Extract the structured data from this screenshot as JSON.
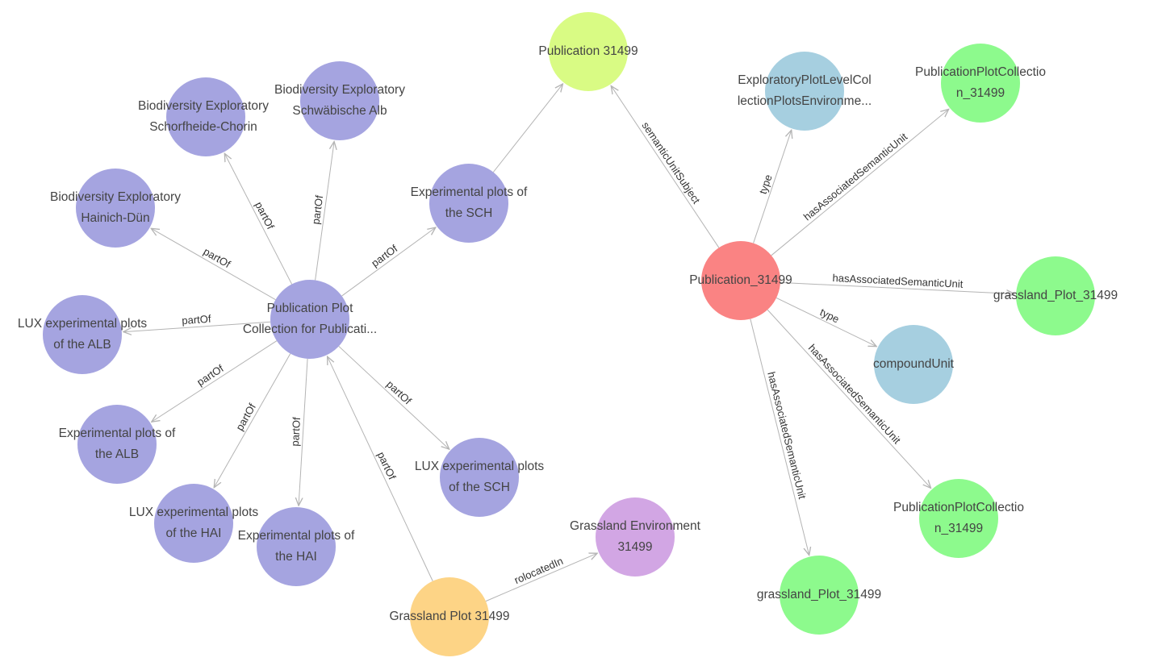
{
  "colors": {
    "purple": "#a5a4e0",
    "lime": "#d9fb84",
    "blue": "#a6cfe0",
    "green": "#8dfa8d",
    "red": "#fa8383",
    "orange": "#fdd486",
    "lilac": "#d2a6e4",
    "edge": "#b4b4b4",
    "text": "#444444"
  },
  "nodes": [
    {
      "id": "ppc",
      "lines": [
        "Publication Plot",
        "Collection for Publicati..."
      ],
      "color": "purple"
    },
    {
      "id": "bio_sch",
      "lines": [
        "Biodiversity Exploratory",
        "Schorfheide-Chorin"
      ],
      "color": "purple"
    },
    {
      "id": "bio_alb",
      "lines": [
        "Biodiversity Exploratory",
        "Schwäbische Alb"
      ],
      "color": "purple"
    },
    {
      "id": "bio_hai",
      "lines": [
        "Biodiversity Exploratory",
        "Hainich-Dün"
      ],
      "color": "purple"
    },
    {
      "id": "exp_sch",
      "lines": [
        "Experimental plots of",
        "the SCH"
      ],
      "color": "purple"
    },
    {
      "id": "lux_alb",
      "lines": [
        "LUX experimental plots",
        "of the ALB"
      ],
      "color": "purple"
    },
    {
      "id": "exp_alb",
      "lines": [
        "Experimental plots of",
        "the ALB"
      ],
      "color": "purple"
    },
    {
      "id": "lux_hai",
      "lines": [
        "LUX experimental plots",
        "of the HAI"
      ],
      "color": "purple"
    },
    {
      "id": "exp_hai",
      "lines": [
        "Experimental plots of",
        "the HAI"
      ],
      "color": "purple"
    },
    {
      "id": "lux_sch",
      "lines": [
        "LUX experimental plots",
        "of the SCH"
      ],
      "color": "purple"
    },
    {
      "id": "pub_top",
      "lines": [
        "Publication 31499"
      ],
      "color": "lime"
    },
    {
      "id": "pub_main",
      "lines": [
        "Publication_31499"
      ],
      "color": "red"
    },
    {
      "id": "explevel",
      "lines": [
        "ExploratoryPlotLevelCol",
        "lectionPlotsEnvironme..."
      ],
      "color": "blue"
    },
    {
      "id": "compound",
      "lines": [
        "compoundUnit"
      ],
      "color": "blue"
    },
    {
      "id": "ppc_top",
      "lines": [
        "PublicationPlotCollectio",
        "n_31499"
      ],
      "color": "green"
    },
    {
      "id": "ppc_bot",
      "lines": [
        "PublicationPlotCollectio",
        "n_31499"
      ],
      "color": "green"
    },
    {
      "id": "gp_right",
      "lines": [
        "grassland_Plot_31499"
      ],
      "color": "green"
    },
    {
      "id": "gp_bot",
      "lines": [
        "grassland_Plot_31499"
      ],
      "color": "green"
    },
    {
      "id": "gplot",
      "lines": [
        "Grassland Plot 31499"
      ],
      "color": "orange"
    },
    {
      "id": "genv",
      "lines": [
        "Grassland Environment",
        "31499"
      ],
      "color": "lilac"
    }
  ],
  "edges": [
    {
      "from": "ppc",
      "to": "bio_sch",
      "label": "partOf"
    },
    {
      "from": "ppc",
      "to": "bio_alb",
      "label": "partOf"
    },
    {
      "from": "ppc",
      "to": "bio_hai",
      "label": "partOf"
    },
    {
      "from": "ppc",
      "to": "exp_sch",
      "label": "partOf"
    },
    {
      "from": "ppc",
      "to": "lux_alb",
      "label": "partOf"
    },
    {
      "from": "ppc",
      "to": "exp_alb",
      "label": "partOf"
    },
    {
      "from": "ppc",
      "to": "lux_hai",
      "label": "partOf"
    },
    {
      "from": "ppc",
      "to": "exp_hai",
      "label": "partOf"
    },
    {
      "from": "ppc",
      "to": "lux_sch",
      "label": "partOf"
    },
    {
      "from": "gplot",
      "to": "ppc",
      "label": "partOf"
    },
    {
      "from": "exp_sch",
      "to": "pub_top",
      "label": ""
    },
    {
      "from": "gplot",
      "to": "genv",
      "label": "rolocatedIn"
    },
    {
      "from": "pub_main",
      "to": "pub_top",
      "label": "semanticUnitSubject"
    },
    {
      "from": "pub_main",
      "to": "explevel",
      "label": "type"
    },
    {
      "from": "pub_main",
      "to": "ppc_top",
      "label": "hasAssociatedSemanticUnit"
    },
    {
      "from": "pub_main",
      "to": "gp_right",
      "label": "hasAssociatedSemanticUnit"
    },
    {
      "from": "pub_main",
      "to": "compound",
      "label": "type"
    },
    {
      "from": "pub_main",
      "to": "ppc_bot",
      "label": "hasAssociatedSemanticUnit"
    },
    {
      "from": "pub_main",
      "to": "gp_bot",
      "label": "hasAssociatedSemanticUnit"
    }
  ]
}
